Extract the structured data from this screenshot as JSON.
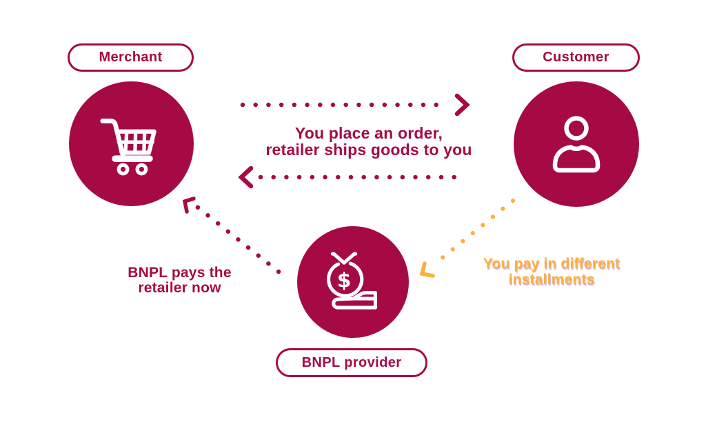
{
  "canvas": {
    "background": "#ffffff"
  },
  "colors": {
    "primary": "#A60A45",
    "accent": "#FBB03B",
    "icon": "#FFFFFF"
  },
  "nodes": {
    "merchant": {
      "label": "Merchant",
      "icon": "shopping-cart-icon"
    },
    "customer": {
      "label": "Customer",
      "icon": "user-icon"
    },
    "bnpl_provider": {
      "label": "BNPL provider",
      "icon": "money-bag-hand-icon"
    }
  },
  "flows": {
    "order": {
      "line1": "You place an order,",
      "line2": "retailer ships goods to you",
      "style": "dotted double arrow between Merchant and Customer"
    },
    "bnpl_payment": {
      "line1": "BNPL pays the",
      "line2": "retailer now",
      "style": "dotted arrow from BNPL provider to Merchant"
    },
    "installments": {
      "line1": "You pay in different",
      "line2": "installments",
      "style": "dotted arrow from Customer to BNPL provider"
    }
  },
  "icons": {
    "dollar_sign": "$"
  }
}
